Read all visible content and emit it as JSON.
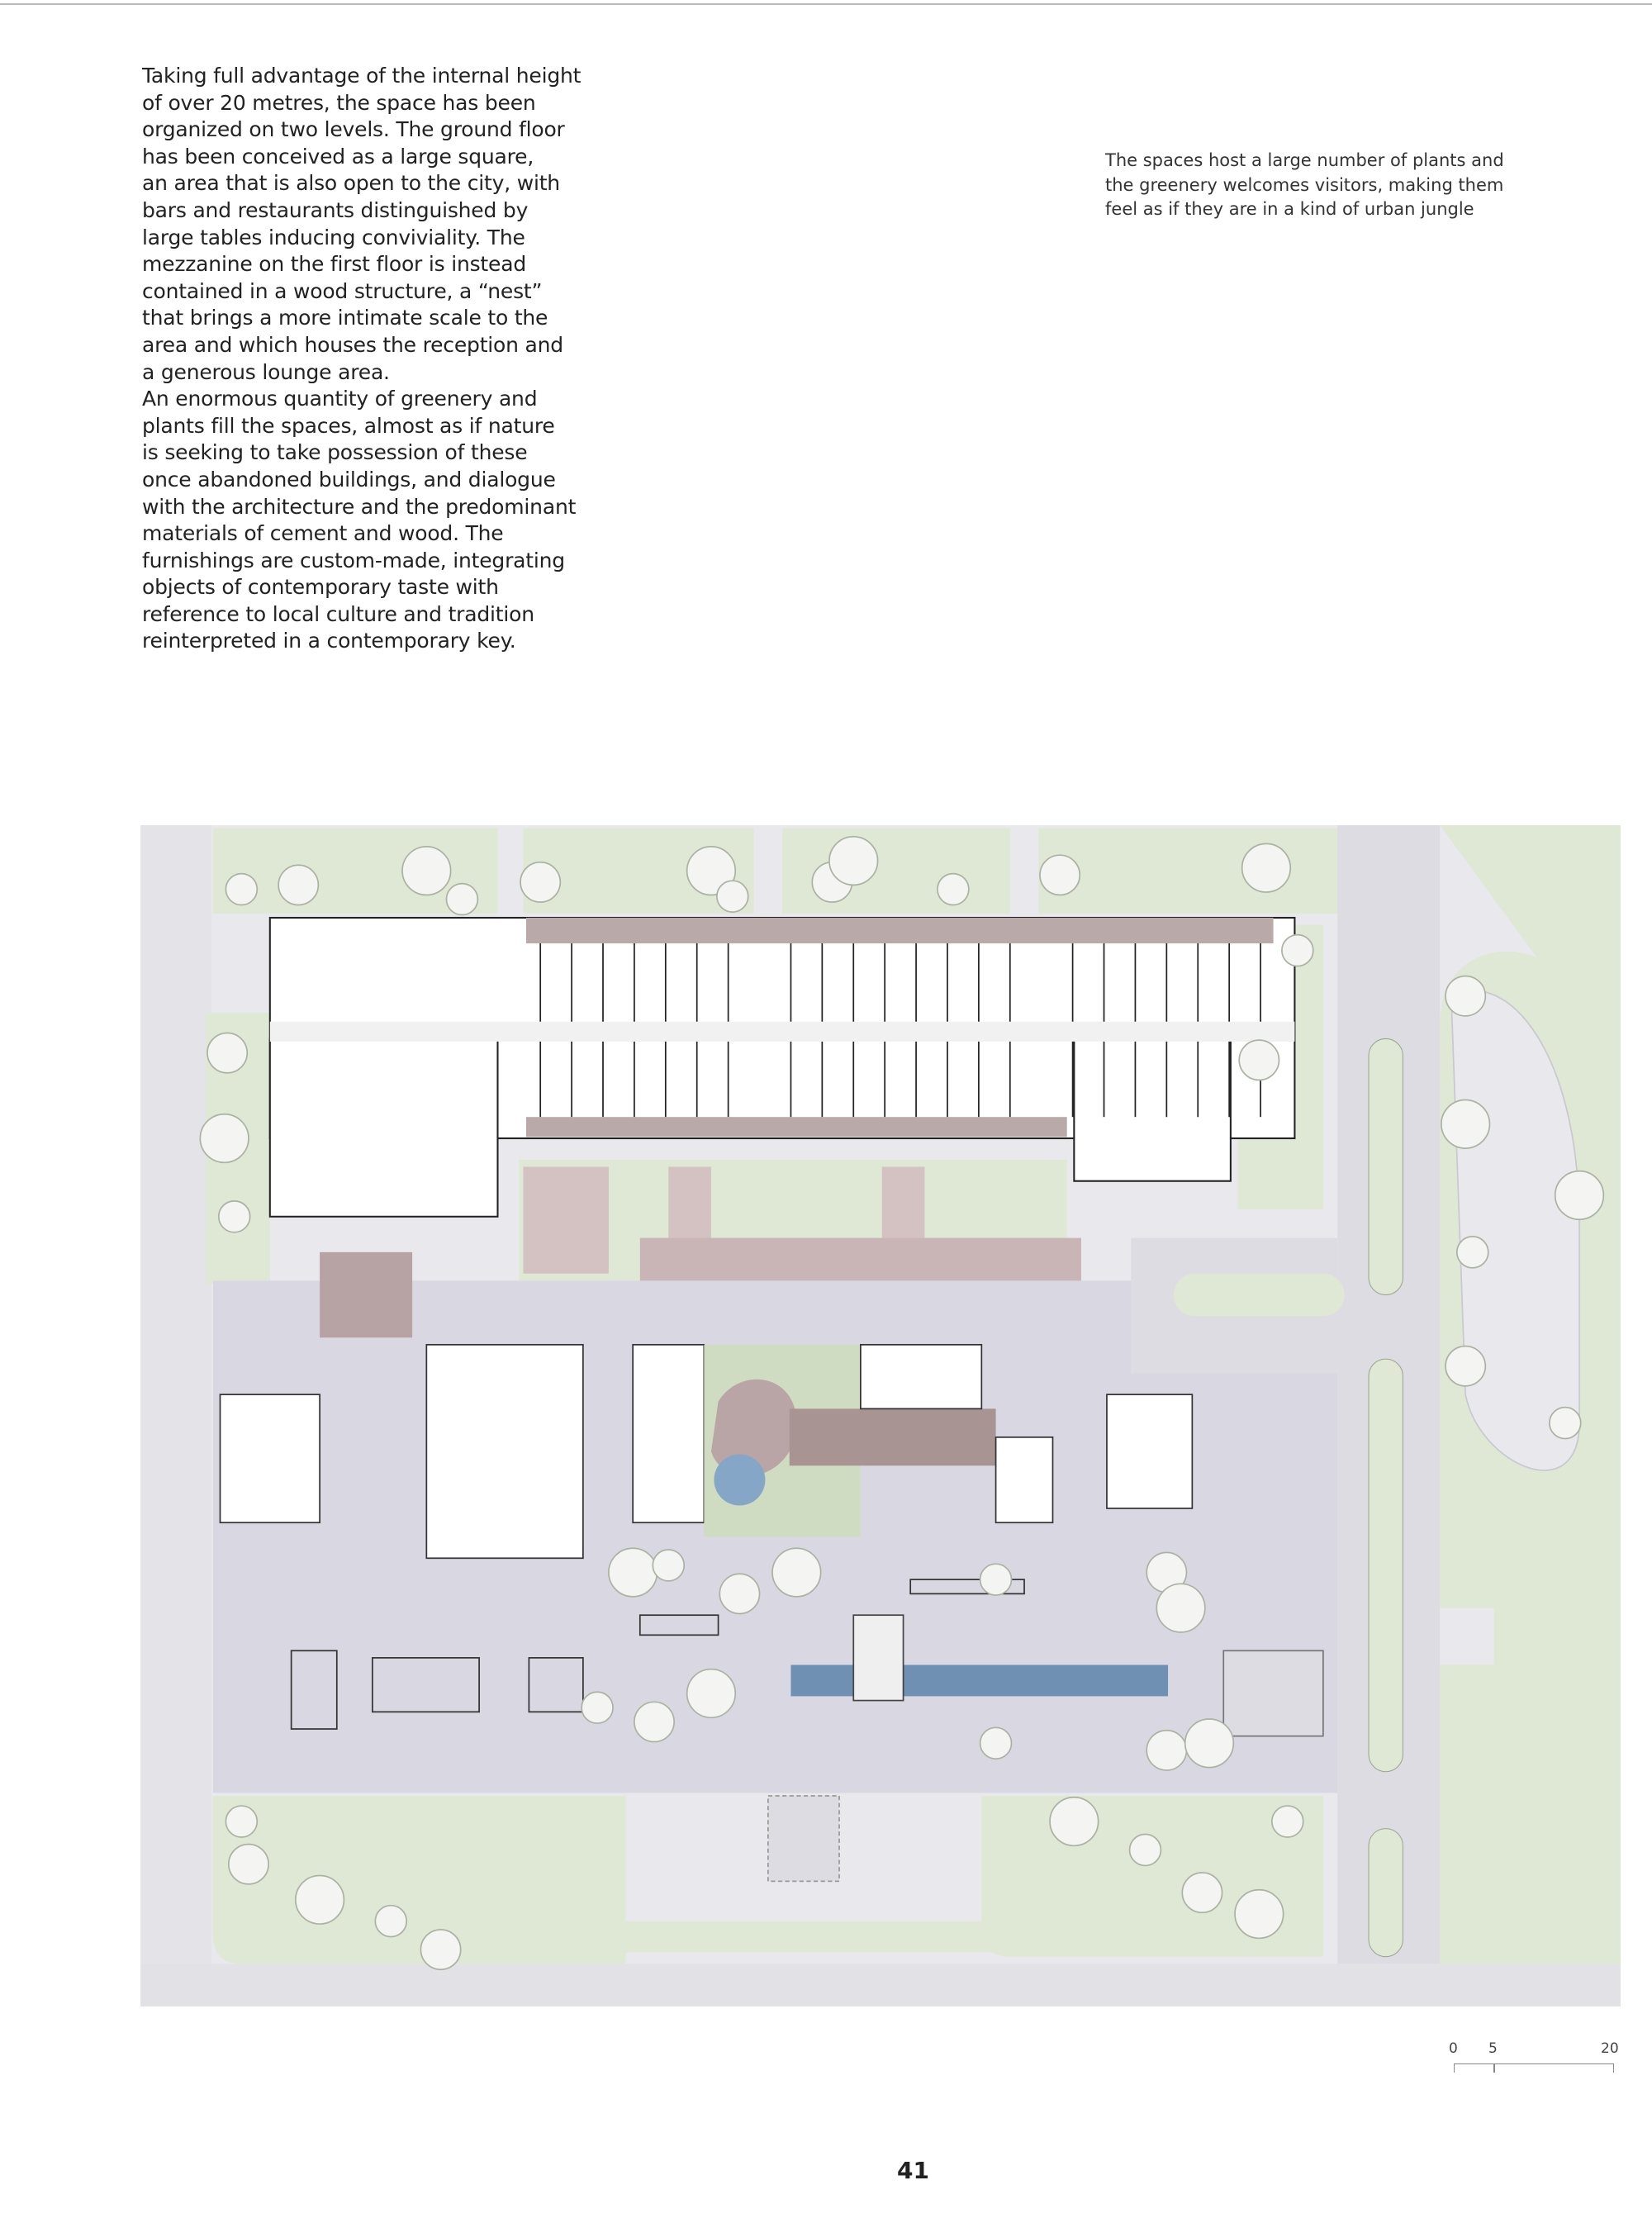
{
  "body_text": "Taking full advantage of the internal height\nof over 20 metres, the space has been\norganized on two levels. The ground floor\nhas been conceived as a large square,\nan area that is also open to the city, with\nbars and restaurants distinguished by\nlarge tables inducing conviviality. The\nmezzanine on the first floor is instead\ncontained in a wood structure, a “nest”\nthat brings a more intimate scale to the\narea and which houses the reception and\na generous lounge area.\nAn enormous quantity of greenery and\nplants fill the spaces, almost as if nature\nis seeking to take possession of these\nonce abandoned buildings, and dialogue\nwith the architecture and the predominant\nmaterials of cement and wood. The\nfurnishings are custom-made, integrating\nobjects of contemporary taste with\nreference to local culture and tradition\nreinterpreted in a contemporary key.",
  "caption": "The spaces host a large number of plants and\nthe greenery welcomes visitors, making them\nfeel as if they are in a kind of urban jungle",
  "scale_bar": {
    "labels": [
      "0",
      "5",
      "20"
    ]
  },
  "page_number": "41",
  "colors": {
    "lawn": "#dfe8d4",
    "plaza": "#d9d8e2",
    "road": "#e4e4e8",
    "wood": "#b7a3a3",
    "water": "#6f8fb3"
  }
}
